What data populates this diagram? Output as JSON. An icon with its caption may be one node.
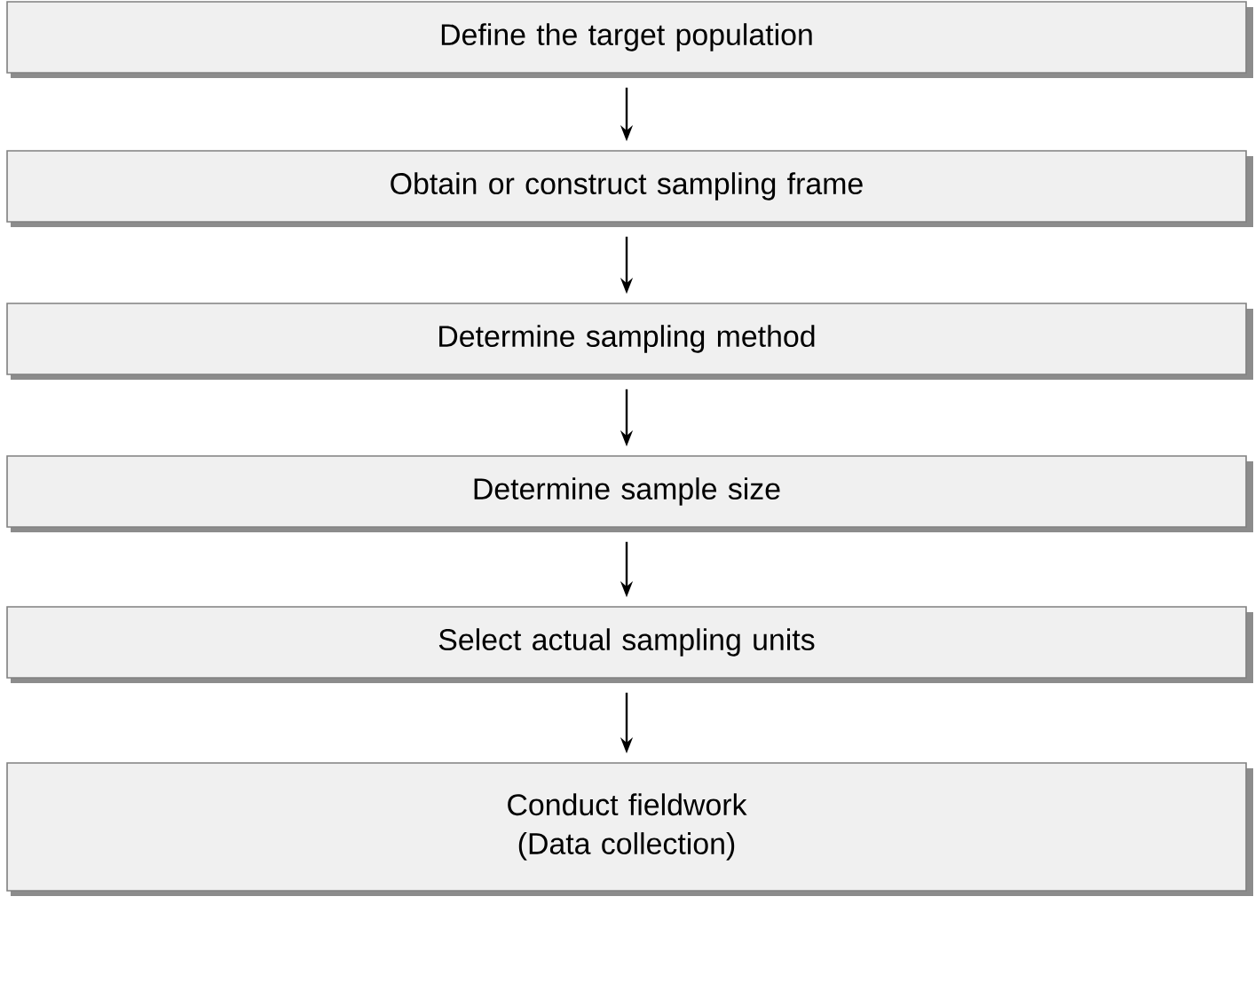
{
  "diagram": {
    "nodes": [
      {
        "text": [
          "Define the target population"
        ]
      },
      {
        "text": [
          "Obtain or construct sampling frame"
        ]
      },
      {
        "text": [
          "Determine sampling method"
        ]
      },
      {
        "text": [
          "Determine sample size"
        ]
      },
      {
        "text": [
          "Select actual sampling units"
        ]
      },
      {
        "text": [
          "Conduct fieldwork (Data collection)"
        ]
      }
    ],
    "edges": [
      {
        "from": 0,
        "to": 1,
        "arrow": "to"
      },
      {
        "from": 1,
        "to": 2,
        "arrow": "to"
      },
      {
        "from": 2,
        "to": 3,
        "arrow": "to"
      },
      {
        "from": 3,
        "to": 4,
        "arrow": "to"
      },
      {
        "from": 4,
        "to": 5,
        "arrow": "to"
      }
    ]
  }
}
